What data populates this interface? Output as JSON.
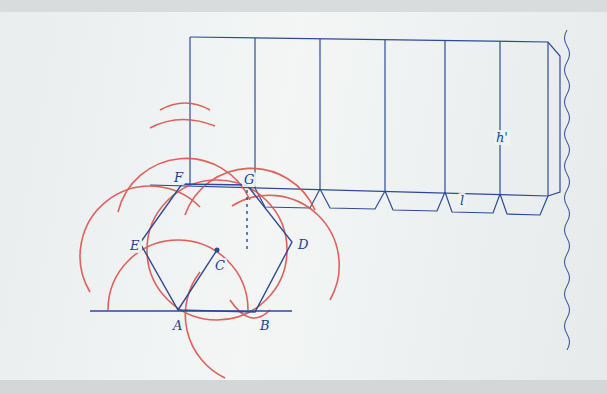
{
  "diagram": {
    "labels": [
      "F",
      "G",
      "E",
      "C",
      "D",
      "A",
      "B",
      "h'",
      "l"
    ]
  }
}
